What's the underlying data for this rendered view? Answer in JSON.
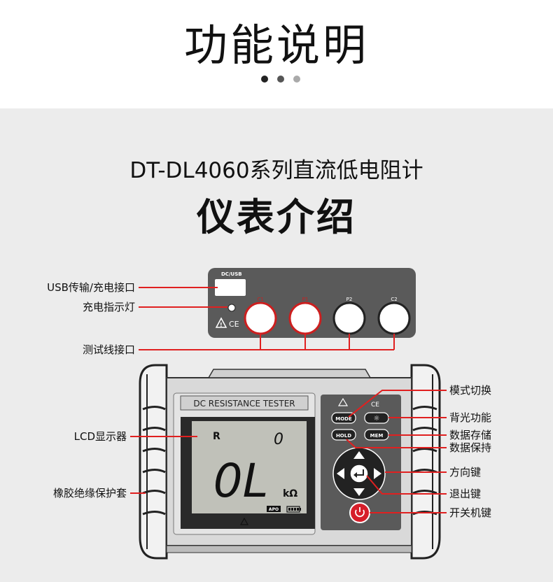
{
  "header": {
    "title": "功能说明",
    "dots": [
      "#222222",
      "#555555",
      "#aaaaaa"
    ]
  },
  "product": {
    "subtitle": "DT-DL4060系列直流低电阻计",
    "section_title": "仪表介绍"
  },
  "top_panel": {
    "usb_port_label": "DC/USB",
    "jacks": [
      {
        "label": "C1",
        "color": "#cc1f1f"
      },
      {
        "label": "P1",
        "color": "#cc1f1f"
      },
      {
        "label": "P2",
        "color": "#333333"
      },
      {
        "label": "C2",
        "color": "#333333"
      }
    ],
    "cert_mark": "CE"
  },
  "device": {
    "display_title": "DC RESISTANCE TESTER",
    "lcd": {
      "mode_letter": "R",
      "range_digit": "0",
      "main_reading": "0L",
      "unit": "kΩ",
      "apo_badge": "APO"
    },
    "panel_cert": "CE",
    "buttons": {
      "mode": "MODE",
      "hold": "HOLD",
      "mem": "MEM",
      "backlight_glyph": "☼"
    }
  },
  "callouts": {
    "left": {
      "usb": "USB传输/充电接口",
      "charge_led": "充电指示灯",
      "test_leads": "测试线接口",
      "lcd": "LCD显示器",
      "rubber_boot": "橡胶绝缘保护套"
    },
    "right": {
      "mode_switch": "模式切换",
      "backlight": "背光功能",
      "data_store": "数据存储",
      "data_hold": "数据保持",
      "arrows": "方向键",
      "exit": "退出键",
      "power": "开关机键"
    }
  },
  "colors": {
    "callout_line": "#e02020",
    "device_body": "#d8d8d8",
    "panel_dark": "#555555",
    "lcd_bg": "#bfc0b8",
    "power_button": "#d61e2a"
  }
}
